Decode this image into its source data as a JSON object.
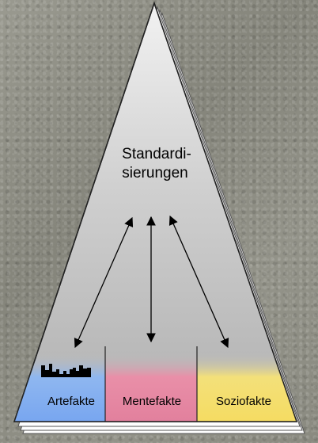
{
  "center_label": {
    "line1": "Standardi-",
    "line2": "sierungen"
  },
  "boxes": [
    {
      "label": "Artefakte",
      "color": "#8fb7f0"
    },
    {
      "label": "Mentefakte",
      "color": "#e98fa8"
    },
    {
      "label": "Soziofakte",
      "color": "#f3e07a"
    }
  ],
  "artefakt_icon": "skyline-icon"
}
